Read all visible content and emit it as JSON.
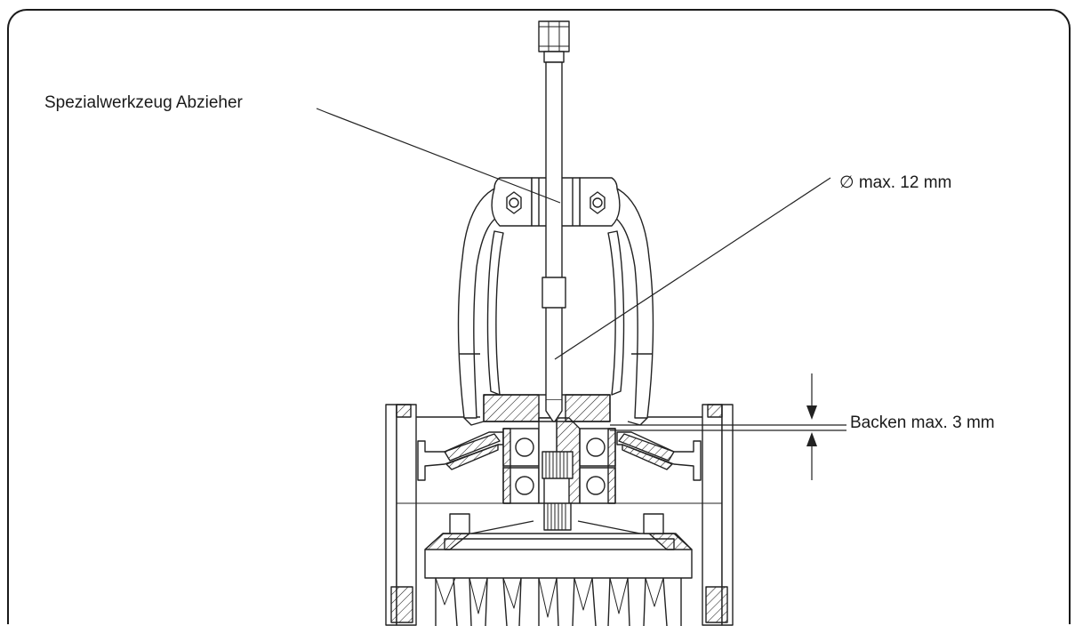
{
  "labels": {
    "tool": "Spezialwerkzeug Abzieher",
    "diameter": "∅ max. 12 mm",
    "jaws": "Backen max. 3 mm"
  }
}
